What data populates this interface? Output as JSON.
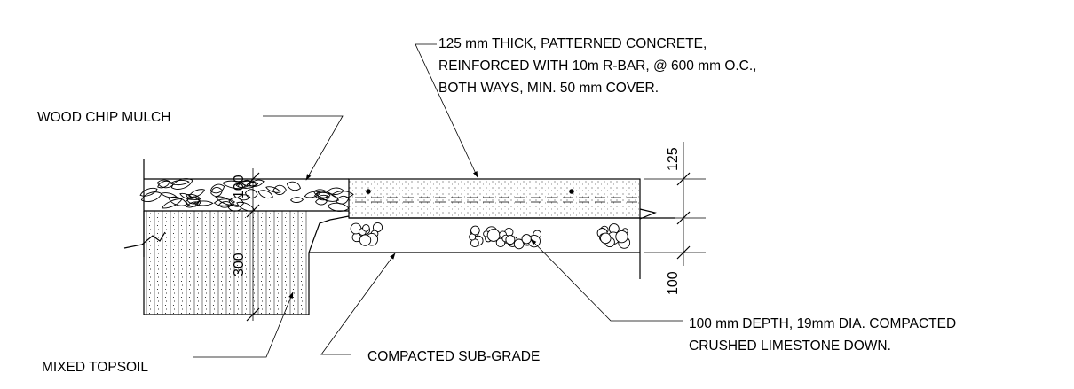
{
  "labels": {
    "concrete_line1": "125 mm THICK, PATTERNED CONCRETE,",
    "concrete_line2": "REINFORCED WITH 10m R-BAR, @ 600 mm O.C.,",
    "concrete_line3": "BOTH WAYS, MIN. 50 mm COVER.",
    "mulch": "WOOD CHIP MULCH",
    "topsoil": "MIXED TOPSOIL",
    "subgrade": "COMPACTED SUB-GRADE",
    "limestone_line1": "100 mm DEPTH, 19mm DIA. COMPACTED",
    "limestone_line2": "CRUSHED LIMESTONE DOWN."
  },
  "dimensions": {
    "concrete_thickness": "125",
    "limestone_thickness": "100",
    "mulch_thickness": "100",
    "topsoil_thickness": "300"
  }
}
